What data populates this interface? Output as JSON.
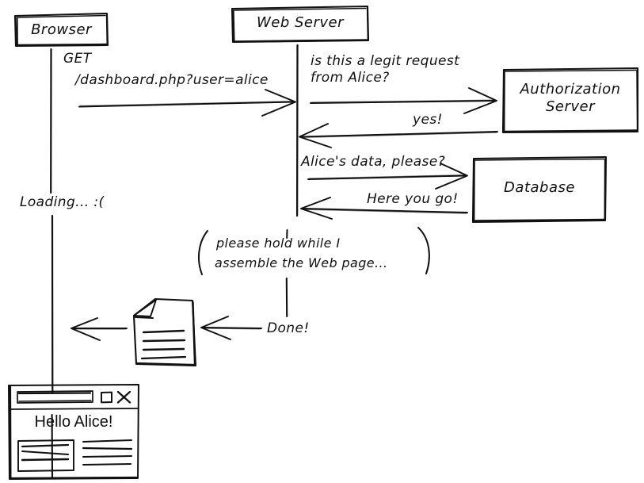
{
  "diagram": {
    "title": "Browser / Web Server request sequence",
    "stroke_color": "#111111",
    "background_color": "#ffffff"
  },
  "nodes": [
    {
      "id": "browser",
      "label": "Browser"
    },
    {
      "id": "web-server",
      "label": "Web Server"
    },
    {
      "id": "authorization-server",
      "label": "Authorization\nServer"
    },
    {
      "id": "database",
      "label": "Database"
    }
  ],
  "messages": [
    {
      "id": "get-request",
      "text": "GET",
      "text2": "/dashboard.php?user=alice",
      "from": "browser",
      "to": "web-server"
    },
    {
      "id": "legit-request",
      "text": "is this a legit request",
      "text2": "from Alice?",
      "from": "web-server",
      "to": "authorization-server"
    },
    {
      "id": "yes-reply",
      "text": "yes!",
      "from": "authorization-server",
      "to": "web-server"
    },
    {
      "id": "alice-data-request",
      "text": "Alice's data, please?",
      "from": "web-server",
      "to": "database"
    },
    {
      "id": "here-you-go",
      "text": "Here you go!",
      "from": "database",
      "to": "web-server"
    },
    {
      "id": "done",
      "text": "Done!",
      "from": "web-server",
      "to": "document"
    }
  ],
  "annotations": {
    "loading": "Loading... :(",
    "please_hold_line1": "please hold while I",
    "please_hold_line2": "assemble the Web page..."
  },
  "browser_window": {
    "heading": "Hello Alice!",
    "maximize_label": "maximize-box",
    "close_label": "close-x"
  }
}
